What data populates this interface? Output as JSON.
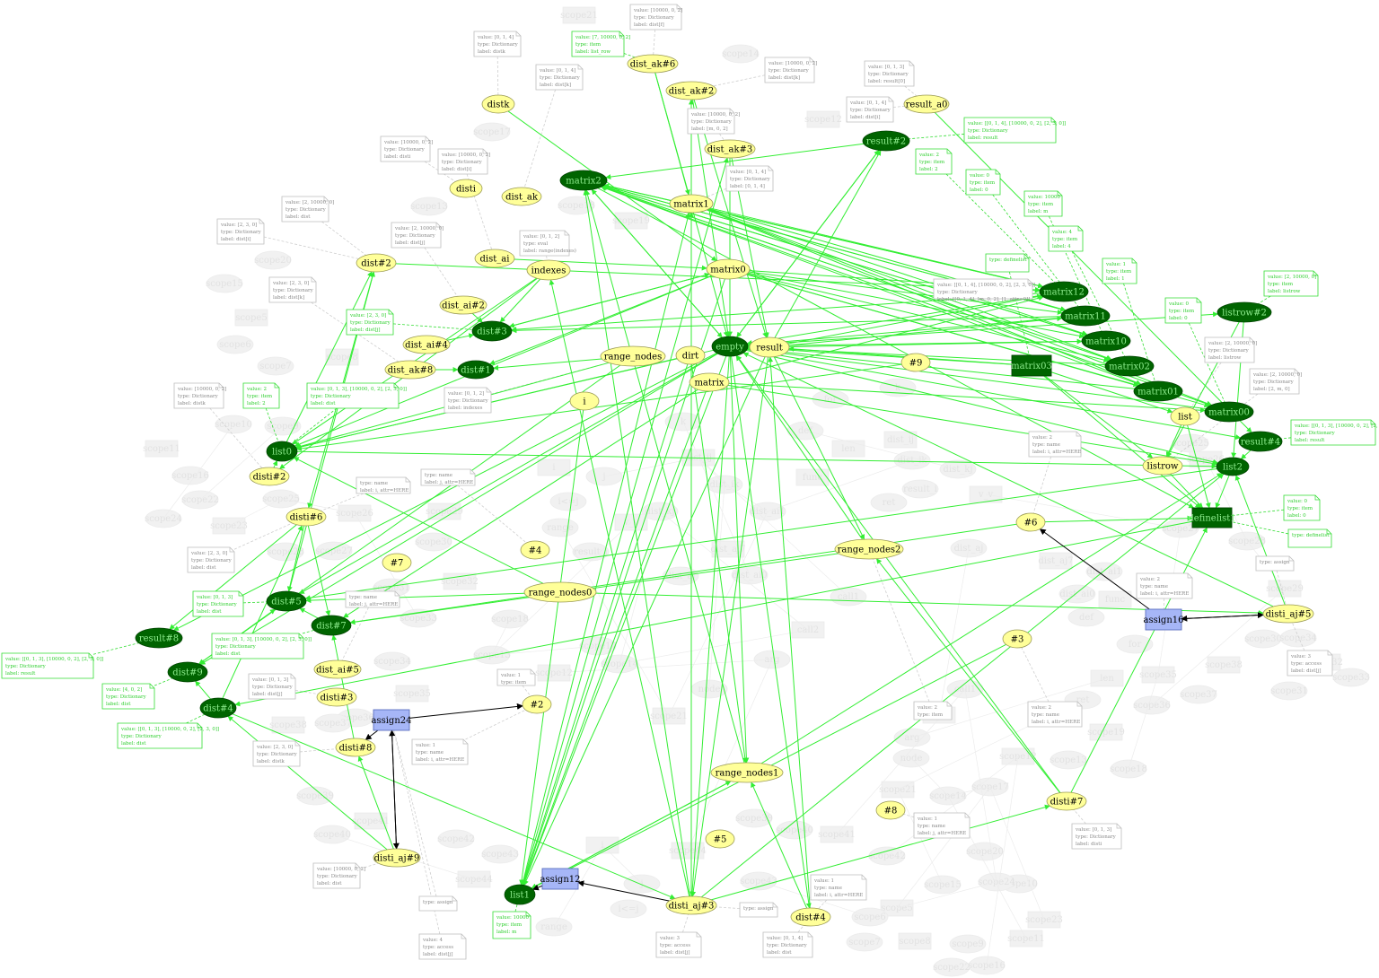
{
  "colors": {
    "yellow_fill": "#ffff99",
    "yellow_stroke": "#9a9a55",
    "green_fill": "#006400",
    "green_text": "#90ee90",
    "box_fill": "#a6b6f7",
    "green_edge": "#33ee33",
    "black_edge": "#000000",
    "note_gray": "#bdbdbd",
    "note_green": "#33dd33"
  },
  "nodes": [
    {
      "id": "distk",
      "label": "distk",
      "kind": "yellow"
    },
    {
      "id": "dist_ak6",
      "label": "dist_ak#6",
      "kind": "yellow"
    },
    {
      "id": "dist_ak2",
      "label": "dist_ak#2",
      "kind": "yellow"
    },
    {
      "id": "dist_ak3",
      "label": "dist_ak#3",
      "kind": "yellow"
    },
    {
      "id": "result_a0",
      "label": "result_a0",
      "kind": "yellow"
    },
    {
      "id": "result2",
      "label": "result#2",
      "kind": "green"
    },
    {
      "id": "matrix2",
      "label": "matrix2",
      "kind": "green"
    },
    {
      "id": "disti",
      "label": "disti",
      "kind": "yellow"
    },
    {
      "id": "dist_ak",
      "label": "dist_ak",
      "kind": "yellow"
    },
    {
      "id": "matrix1",
      "label": "matrix1",
      "kind": "yellow"
    },
    {
      "id": "dist_ai",
      "label": "dist_ai",
      "kind": "yellow"
    },
    {
      "id": "indexes",
      "label": "indexes",
      "kind": "yellow"
    },
    {
      "id": "matrix0",
      "label": "matrix0",
      "kind": "yellow"
    },
    {
      "id": "dist2",
      "label": "dist#2",
      "kind": "yellow"
    },
    {
      "id": "dist_ai2",
      "label": "dist_ai#2",
      "kind": "yellow"
    },
    {
      "id": "dist3",
      "label": "dist#3",
      "kind": "green"
    },
    {
      "id": "dist_ai4",
      "label": "dist_ai#4",
      "kind": "yellow"
    },
    {
      "id": "dist_ak8",
      "label": "dist_ak#8",
      "kind": "yellow"
    },
    {
      "id": "dist1",
      "label": "dist#1",
      "kind": "green"
    },
    {
      "id": "range_nodes",
      "label": "range_nodes",
      "kind": "yellow"
    },
    {
      "id": "dirt",
      "label": "dirt",
      "kind": "yellow"
    },
    {
      "id": "empty",
      "label": "empty",
      "kind": "green"
    },
    {
      "id": "result",
      "label": "result",
      "kind": "yellow"
    },
    {
      "id": "matrix",
      "label": "matrix",
      "kind": "yellow"
    },
    {
      "id": "i_node",
      "label": "i",
      "kind": "yellow"
    },
    {
      "id": "n9",
      "label": "#9",
      "kind": "yellow"
    },
    {
      "id": "matrix12",
      "label": "matrix12",
      "kind": "green"
    },
    {
      "id": "matrix11",
      "label": "matrix11",
      "kind": "green"
    },
    {
      "id": "matrix10",
      "label": "matrix10",
      "kind": "green"
    },
    {
      "id": "matrix02",
      "label": "matrix02",
      "kind": "green"
    },
    {
      "id": "matrix01",
      "label": "matrix01",
      "kind": "green"
    },
    {
      "id": "matrix00",
      "label": "matrix00",
      "kind": "green"
    },
    {
      "id": "listrow2",
      "label": "listrow#2",
      "kind": "green"
    },
    {
      "id": "result4",
      "label": "result#4",
      "kind": "green"
    },
    {
      "id": "list_node",
      "label": "list",
      "kind": "yellow"
    },
    {
      "id": "listrow",
      "label": "listrow",
      "kind": "yellow"
    },
    {
      "id": "list2",
      "label": "list2",
      "kind": "green"
    },
    {
      "id": "list0",
      "label": "list0",
      "kind": "green"
    },
    {
      "id": "disti2",
      "label": "disti#2",
      "kind": "yellow"
    },
    {
      "id": "disti6",
      "label": "disti#6",
      "kind": "yellow"
    },
    {
      "id": "n4",
      "label": "#4",
      "kind": "yellow"
    },
    {
      "id": "n7",
      "label": "#7",
      "kind": "yellow"
    },
    {
      "id": "range_nodes0",
      "label": "range_nodes0",
      "kind": "yellow"
    },
    {
      "id": "range_nodes2",
      "label": "range_nodes2",
      "kind": "yellow"
    },
    {
      "id": "n6",
      "label": "#6",
      "kind": "yellow"
    },
    {
      "id": "dist5",
      "label": "dist#5",
      "kind": "green"
    },
    {
      "id": "dist7",
      "label": "dist#7",
      "kind": "green"
    },
    {
      "id": "result8",
      "label": "result#8",
      "kind": "green"
    },
    {
      "id": "dist9",
      "label": "dist#9",
      "kind": "green"
    },
    {
      "id": "dist4",
      "label": "dist#4",
      "kind": "green"
    },
    {
      "id": "dist_ai5",
      "label": "dist_ai#5",
      "kind": "yellow"
    },
    {
      "id": "disti3",
      "label": "disti#3",
      "kind": "yellow"
    },
    {
      "id": "n3",
      "label": "#3",
      "kind": "yellow"
    },
    {
      "id": "disti_aj5",
      "label": "disti_aj#5",
      "kind": "yellow"
    },
    {
      "id": "n2",
      "label": "#2",
      "kind": "yellow"
    },
    {
      "id": "disti8",
      "label": "disti#8",
      "kind": "yellow"
    },
    {
      "id": "range_nodes1",
      "label": "range_nodes1",
      "kind": "yellow"
    },
    {
      "id": "disti7",
      "label": "disti#7",
      "kind": "yellow"
    },
    {
      "id": "n8",
      "label": "#8",
      "kind": "yellow"
    },
    {
      "id": "n5",
      "label": "#5",
      "kind": "yellow"
    },
    {
      "id": "disti_aj9",
      "label": "disti_aj#9",
      "kind": "yellow"
    },
    {
      "id": "list1",
      "label": "list1",
      "kind": "green"
    },
    {
      "id": "disti_aj3",
      "label": "disti_aj#3",
      "kind": "yellow"
    },
    {
      "id": "dist4b",
      "label": "dist#4",
      "kind": "yellow"
    },
    {
      "id": "assign24",
      "label": "assign24",
      "kind": "box"
    },
    {
      "id": "assign12",
      "label": "assign12",
      "kind": "box"
    },
    {
      "id": "assign16",
      "label": "assign16",
      "kind": "box"
    },
    {
      "id": "matrix03",
      "label": "matrix03",
      "kind": "greenbox"
    },
    {
      "id": "definelist1",
      "label": "definelist1",
      "kind": "greenbox"
    }
  ],
  "notes": [
    {
      "id": "note1",
      "lines": [
        "value: [10000, 0, 2]",
        "type:  Dictionary",
        "label:  dist[f]"
      ],
      "kind": "gray"
    },
    {
      "id": "note2",
      "lines": [
        "value: [0, 1, 4]",
        "type:  Dictionary",
        "label:  distk"
      ],
      "kind": "gray"
    },
    {
      "id": "note3",
      "lines": [
        "value: [0, 1, 4]",
        "type:  Dictionary",
        "label:  dist[k]"
      ],
      "kind": "gray"
    },
    {
      "id": "note4",
      "lines": [
        "value: [0, 1, 3]",
        "type:  Dictionary",
        "label:  result[0]"
      ],
      "kind": "gray"
    },
    {
      "id": "note5",
      "lines": [
        "value: [10000, 0, 2]",
        "type:  Dictionary",
        "label:  dist[k]"
      ],
      "kind": "gray"
    },
    {
      "id": "note6",
      "lines": [
        "value: [0, 1, 4]",
        "type:  Dictionary",
        "label:  dist[i]"
      ],
      "kind": "gray"
    },
    {
      "id": "note7",
      "lines": [
        "value: [10000, 0, 2]",
        "type:  Dictionary",
        "label:  [m, 0, 2]"
      ],
      "kind": "gray"
    },
    {
      "id": "note8",
      "lines": [
        "value: [10000, 0, 2]",
        "type:  Dictionary",
        "label:  disti"
      ],
      "kind": "gray"
    },
    {
      "id": "note9",
      "lines": [
        "value: [10000, 0, 2]",
        "type:  Dictionary",
        "label:  dist[i]"
      ],
      "kind": "gray"
    },
    {
      "id": "note10",
      "lines": [
        "value: [0, 1, 4]",
        "type:  Dictionary",
        "label:  [0, 1, 4]"
      ],
      "kind": "gray"
    },
    {
      "id": "note11",
      "lines": [
        "value: [2, 10000, 0]",
        "type:  Dictionary",
        "label:  dist"
      ],
      "kind": "gray"
    },
    {
      "id": "note12",
      "lines": [
        "value: [2, 3, 0]",
        "type:  Dictionary",
        "label:  dist[i]"
      ],
      "kind": "gray"
    },
    {
      "id": "note13",
      "lines": [
        "value: [2, 10000, 0]",
        "type:  Dictionary",
        "label:  dist[j]"
      ],
      "kind": "gray"
    },
    {
      "id": "note14",
      "lines": [
        "value: [0, 1, 2]",
        "type:  eval",
        "label:  range(indexes)"
      ],
      "kind": "gray"
    },
    {
      "id": "note15",
      "lines": [
        "value: [2, 3, 0]",
        "type:  Dictionary",
        "label:  dist[k]"
      ],
      "kind": "gray"
    },
    {
      "id": "note16",
      "lines": [
        "value: [0, 1, 2]",
        "type:  Dictionary",
        "label:  indexes"
      ],
      "kind": "gray"
    },
    {
      "id": "note17",
      "lines": [
        "value: [10000, 0, 2]",
        "type:  Dictionary",
        "label:  distk"
      ],
      "kind": "gray"
    },
    {
      "id": "note18",
      "lines": [
        "value: [2, 10000, 0]",
        "type:  Dictionary",
        "label:  listrow"
      ],
      "kind": "gray"
    },
    {
      "id": "note19",
      "lines": [
        "value: [2, 10000, 0]",
        "type:  Dictionary",
        "label:  [2, m, 0]"
      ],
      "kind": "gray"
    },
    {
      "id": "note20",
      "lines": [
        "value: 2",
        "type:  name",
        "label:  i, attr=HERE"
      ],
      "kind": "gray"
    },
    {
      "id": "note21",
      "lines": [
        "type: name",
        "label: i, attr=HERE"
      ],
      "kind": "gray"
    },
    {
      "id": "note22",
      "lines": [
        "type: name",
        "label: j, attr=HERE"
      ],
      "kind": "gray"
    },
    {
      "id": "note23",
      "lines": [
        "type: assign"
      ],
      "kind": "gray"
    },
    {
      "id": "note24",
      "lines": [
        "value: [2, 3, 0]",
        "type:  Dictionary",
        "label:  dist"
      ],
      "kind": "gray"
    },
    {
      "id": "note25",
      "lines": [
        "type: name",
        "label: j, attr=HERE"
      ],
      "kind": "gray"
    },
    {
      "id": "note26",
      "lines": [
        "value: 2",
        "type:  name",
        "label:  i, attr=HERE"
      ],
      "kind": "gray"
    },
    {
      "id": "note27",
      "lines": [
        "value: [0, 1, 3]",
        "type:  Dictionary",
        "label:  dist[j]"
      ],
      "kind": "gray"
    },
    {
      "id": "note28",
      "lines": [
        "value: 1",
        "type:  item"
      ],
      "kind": "gray"
    },
    {
      "id": "note29",
      "lines": [
        "value: 3",
        "type:  access",
        "label:  dist[j]"
      ],
      "kind": "gray"
    },
    {
      "id": "note30",
      "lines": [
        "value: 2",
        "type:  item"
      ],
      "kind": "gray"
    },
    {
      "id": "note31",
      "lines": [
        "value: 2",
        "type:  name",
        "label:  i, attr=HERE"
      ],
      "kind": "gray"
    },
    {
      "id": "note32",
      "lines": [
        "value: [2, 3, 0]",
        "type:  Dictionary",
        "label:  distk"
      ],
      "kind": "gray"
    },
    {
      "id": "note33",
      "lines": [
        "value: 1",
        "type:  name",
        "label:  i, attr=HERE"
      ],
      "kind": "gray"
    },
    {
      "id": "note34",
      "lines": [
        "value: [0, 1, 3]",
        "type:  Dictionary",
        "label:  disti"
      ],
      "kind": "gray"
    },
    {
      "id": "note35",
      "lines": [
        "value: 1",
        "type:  name",
        "label:  j, attr=HERE"
      ],
      "kind": "gray"
    },
    {
      "id": "note36",
      "lines": [
        "value: [10000, 0, 2]",
        "type:  Dictionary",
        "label:  dist"
      ],
      "kind": "gray"
    },
    {
      "id": "note37",
      "lines": [
        "type: assign"
      ],
      "kind": "gray"
    },
    {
      "id": "note38",
      "lines": [
        "value: 1",
        "type:  name",
        "label:  i, attr=HERE"
      ],
      "kind": "gray"
    },
    {
      "id": "note39",
      "lines": [
        "type: assign"
      ],
      "kind": "gray"
    },
    {
      "id": "note40",
      "lines": [
        "value: 3",
        "type:  access",
        "label:  dist[j]"
      ],
      "kind": "gray"
    },
    {
      "id": "note41",
      "lines": [
        "value: [0, 1, 4]",
        "type:  Dictionary",
        "label:  dist"
      ],
      "kind": "gray"
    },
    {
      "id": "note42",
      "lines": [
        "value: 4",
        "type:  access",
        "label:  dist[j]"
      ],
      "kind": "gray"
    },
    {
      "id": "note43",
      "lines": [
        "value: [10000, 0, 2]",
        "type:  Dictionary",
        "label:  distk"
      ],
      "kind": "gray"
    },
    {
      "id": "note44",
      "lines": [
        "value: [0, 1, 3]",
        "type:  Dictionary",
        "label:  dist[j]"
      ],
      "kind": "gray"
    },
    {
      "id": "gnote1",
      "lines": [
        "value: [7, 10000, 0, 2]",
        "type:  item",
        "label:  list_row"
      ],
      "kind": "green"
    },
    {
      "id": "gnote2",
      "lines": [
        "value: [[0, 1, 4], [10000, 0, 2], [2, 3, 0]]",
        "type:  Dictionary",
        "label:  result"
      ],
      "kind": "green"
    },
    {
      "id": "gnote3",
      "lines": [
        "value: 2",
        "type:  item",
        "label:  2"
      ],
      "kind": "green"
    },
    {
      "id": "gnote4",
      "lines": [
        "value: 0",
        "type:  item",
        "label:  0"
      ],
      "kind": "green"
    },
    {
      "id": "gnote5",
      "lines": [
        "value: 10000",
        "type:  item",
        "label:  m"
      ],
      "kind": "green"
    },
    {
      "id": "gnote6",
      "lines": [
        "value: 4",
        "type:  item",
        "label:  4"
      ],
      "kind": "green"
    },
    {
      "id": "gnote7",
      "lines": [
        "type: definelist"
      ],
      "kind": "green"
    },
    {
      "id": "gnote8",
      "lines": [
        "value: 1",
        "type:  item",
        "label:  1"
      ],
      "kind": "green"
    },
    {
      "id": "gnote9",
      "lines": [
        "value: [2, 10000, 0]",
        "type:  item",
        "label:  listrow"
      ],
      "kind": "green"
    },
    {
      "id": "gnote10",
      "lines": [
        "value: 0",
        "type:  item",
        "label:  0"
      ],
      "kind": "green"
    },
    {
      "id": "gnote11",
      "lines": [
        "value: [[0, 1, 3], [10000, 0, 2], [2, 3, 0]]",
        "type:  Dictionary",
        "label:  result"
      ],
      "kind": "green"
    },
    {
      "id": "gnote12",
      "lines": [
        "value: 0",
        "type:  item",
        "label:  0"
      ],
      "kind": "green"
    },
    {
      "id": "gnote13",
      "lines": [
        "type: definelist"
      ],
      "kind": "green"
    },
    {
      "id": "gnote14",
      "lines": [
        "value: [0, 1, 3], [10000, 0, 2], [2, 3, 0]]",
        "type:  Dictionary",
        "label:  dist"
      ],
      "kind": "green"
    },
    {
      "id": "gnote15",
      "lines": [
        "value: 2",
        "type:  item",
        "label:  2"
      ],
      "kind": "green"
    },
    {
      "id": "gnote16",
      "lines": [
        "value: [2, 3, 0]",
        "type:  Dictionary",
        "label:  dist[j]"
      ],
      "kind": "green"
    },
    {
      "id": "gnote17",
      "lines": [
        "value: [0, 1, 3]",
        "type:  Dictionary",
        "label:  dist"
      ],
      "kind": "green"
    },
    {
      "id": "gnote18",
      "lines": [
        "value: [0, 1, 3], [10000, 0, 2], [2, 3, 0]]",
        "type:  Dictionary",
        "label:  dist"
      ],
      "kind": "green"
    },
    {
      "id": "gnote19",
      "lines": [
        "value: [[0, 1, 3], [10000, 0, 2], [2, 3, 0]]",
        "type:  Dictionary",
        "label:  result"
      ],
      "kind": "green"
    },
    {
      "id": "gnote20",
      "lines": [
        "value: [4, 0, 2]",
        "type:  Dictionary",
        "label:  dist"
      ],
      "kind": "green"
    },
    {
      "id": "gnote21",
      "lines": [
        "value: [[0, 1, 3], [10000, 0, 2], [2, 3, 0]]",
        "type:  Dictionary",
        "label:  dist"
      ],
      "kind": "green"
    },
    {
      "id": "gnote22",
      "lines": [
        "value: [0, 1, 3], [10000, 0, 2], [2, 3, 0]]",
        "type:  Dictionary",
        "label:  dist"
      ],
      "kind": "green"
    },
    {
      "id": "gnote23",
      "lines": [
        "value: 10000",
        "type:  item",
        "label:  m"
      ],
      "kind": "green"
    },
    {
      "id": "gnote24",
      "lines": [
        "value: 2",
        "type:  item",
        "label:  2"
      ],
      "kind": "green"
    },
    {
      "id": "gnote25",
      "lines": [
        "value: [2, 3, 0]",
        "type:  Dictionary",
        "label:  dist"
      ],
      "kind": "green"
    },
    {
      "id": "gnote26",
      "lines": [
        "value: [[0, 1, 4], [10000, 0, 2], [2, 3, 0]]",
        "type:  Dictionary",
        "label:  result"
      ],
      "kind": "green"
    },
    {
      "id": "gnote27",
      "lines": [
        "value: [[0, 1, 4], [10000, 0, 2], [2, 3, 0]]",
        "type:  Dictionary",
        "label:  [[0, 1, 4], [m, 0, 2], [1, attr=0]]"
      ],
      "kind": "gray"
    }
  ],
  "bg_labels": [
    "scope21",
    "scope14",
    "scope17",
    "scope12",
    "scope13",
    "scope18",
    "scope19",
    "scope20",
    "scope15",
    "scope5",
    "scope6",
    "scope7",
    "scope8",
    "scope9",
    "scope10",
    "scope11",
    "scope16",
    "scope22",
    "scope23",
    "scope24",
    "scope25",
    "scope26",
    "scope27",
    "scope28",
    "scope29",
    "scope30",
    "scope31",
    "scope32",
    "scope33",
    "scope34",
    "scope35",
    "scope36",
    "scope37",
    "scope38",
    "scope39",
    "scope40",
    "scope41",
    "scope42",
    "scope43",
    "scope44",
    "range",
    "i<=j",
    "i",
    "j",
    "k",
    "dist_ij",
    "dist_ik",
    "dist_kj",
    "v_v",
    "result_i",
    "dist_aj",
    "dist_aj7",
    "dist_ai0",
    "dist_ai1",
    "func",
    "def",
    "for",
    "len",
    "ret",
    "call1",
    "call2",
    "arg",
    "node"
  ]
}
